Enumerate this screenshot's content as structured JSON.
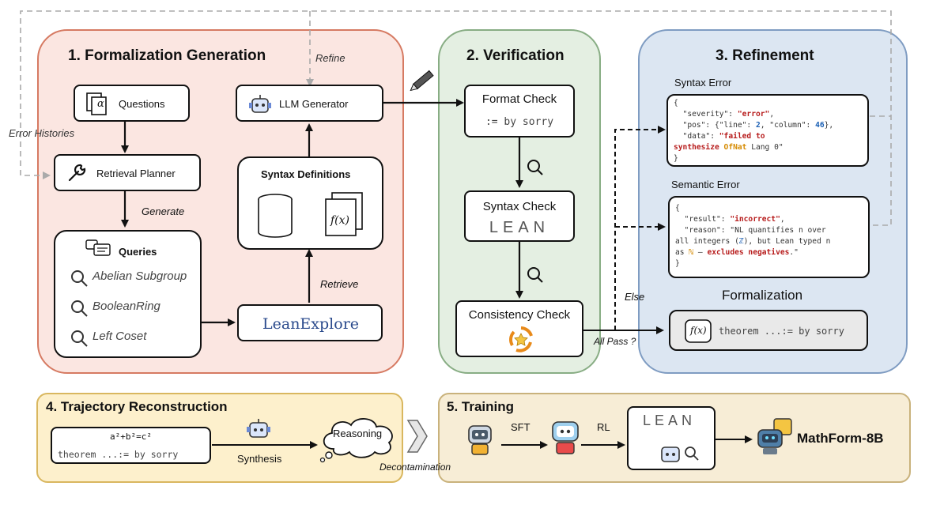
{
  "stages": {
    "formalization_generation": "1. Formalization Generation",
    "verification": "2. Verification",
    "refinement": "3.  Refinement",
    "trajectory_reconstruction": "4. Trajectory Reconstruction",
    "training": "5. Training"
  },
  "generation": {
    "questions": "Questions",
    "questions_glyph": "α",
    "retrieval_planner": "Retrieval Planner",
    "queries_title": "Queries",
    "queries": [
      "Abelian Subgroup",
      "BooleanRing",
      "Left Coset"
    ],
    "llm_generator": "LLM Generator",
    "syntax_definitions": "Syntax Definitions",
    "fx_symbol": "f(x)",
    "lean_explore": "LeanExplore",
    "edge_refine": "Refine",
    "edge_error_histories": "Error Histories",
    "edge_generate": "Generate",
    "edge_retrieve": "Retrieve"
  },
  "verification": {
    "format_check": "Format Check",
    "format_code": ":= by sorry",
    "syntax_check": "Syntax Check",
    "lean_logo": "LEAN",
    "consistency_check": "Consistency Check",
    "edge_else": "Else",
    "edge_all_pass": "All Pass ?"
  },
  "refinement": {
    "syntax_error_title": "Syntax Error",
    "syntax_lines": {
      "l1": "{",
      "l2a": "  \"severity\": ",
      "l2b": "\"error\"",
      "l2c": ",",
      "l3a": "  \"pos\": {\"line\": ",
      "l3b": "2",
      "l3c": ", \"column\": ",
      "l3d": "46",
      "l3e": "},",
      "l4a": "  \"data\": ",
      "l4b": "\"failed to",
      "l5a": "synthesize ",
      "l5b": "OfNat",
      "l5c": " Lang 0\"",
      "l6": "}"
    },
    "semantic_error_title": "Semantic Error",
    "semantic_lines": {
      "l1": "{",
      "l2a": "  \"result\": ",
      "l2b": "\"incorrect\"",
      "l2c": ",",
      "l3": "  \"reason\": \"NL quantifies n over",
      "l4a": "all integers (",
      "l4b": "ℤ",
      "l4c": "), but Lean typed n",
      "l5a": "as ",
      "l5b": "ℕ",
      "l5c": " — ",
      "l5d": "excludes negatives",
      "l5e": ".\"",
      "l6": "}"
    },
    "formalization_title": "Formalization",
    "formalization_code": "theorem ...:= by sorry"
  },
  "trajectory": {
    "equation": "a²+b²=c²",
    "theorem_code": "theorem ...:= by sorry",
    "edge_synthesis": "Synthesis",
    "reasoning": "Reasoning",
    "edge_decontamination": "Decontamination"
  },
  "training": {
    "edge_sft": "SFT",
    "edge_rl": "RL",
    "model_name": "MathForm-8B",
    "lean_logo": "LEAN"
  },
  "colors": {
    "stage1_fill": "#fbe6e1",
    "stage2_fill": "#e4efe2",
    "stage3_fill": "#dce6f2",
    "stage4_fill": "#fdf0cc",
    "stage5_fill": "#f7edd6",
    "lean_explore_blue": "#2a4a8c"
  }
}
